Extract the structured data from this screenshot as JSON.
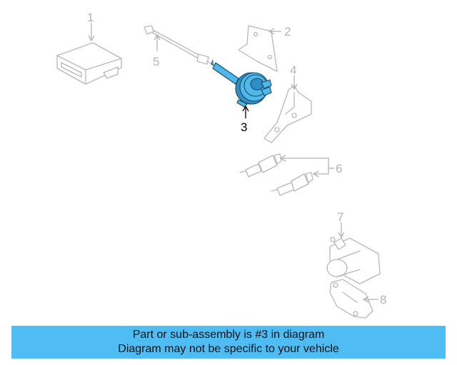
{
  "callouts": {
    "c1": "1",
    "c2": "2",
    "c3": "3",
    "c4": "4",
    "c5": "5",
    "c6": "6",
    "c7": "7",
    "c8": "8"
  },
  "highlighted_part": "3",
  "banner": {
    "line1": "Part or sub-assembly is #3 in diagram",
    "line2": "Diagram may not be specific to your vehicle"
  },
  "colors": {
    "highlight": "#4fb8ea",
    "banner_bg": "#4fbcf3",
    "ghost_part": "#b8b8b8"
  }
}
